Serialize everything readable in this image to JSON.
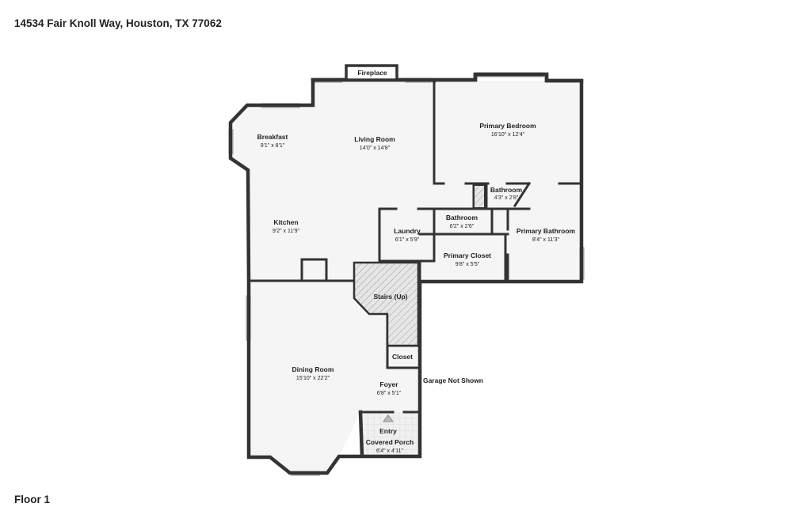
{
  "header": {
    "address": "14534 Fair Knoll Way, Houston, TX 77062"
  },
  "footer": {
    "floor_label": "Floor 1"
  },
  "rooms": {
    "fireplace": {
      "name": "Fireplace"
    },
    "breakfast": {
      "name": "Breakfast",
      "dims": "9'1\" x 8'1\""
    },
    "living": {
      "name": "Living Room",
      "dims": "14'0\" x 14'8\""
    },
    "primary_bedroom": {
      "name": "Primary Bedroom",
      "dims": "16'10\" x 12'4\""
    },
    "bathroom_small": {
      "name": "Bathroom",
      "dims": "4'3\" x 2'8\""
    },
    "kitchen": {
      "name": "Kitchen",
      "dims": "9'2\" x 11'9\""
    },
    "laundry": {
      "name": "Laundry",
      "dims": "6'1\" x 5'9\""
    },
    "bathroom": {
      "name": "Bathroom",
      "dims": "6'2\" x 2'6\""
    },
    "primary_bathroom": {
      "name": "Primary Bathroom",
      "dims": "8'4\" x 11'3\""
    },
    "primary_closet": {
      "name": "Primary Closet",
      "dims": "9'8\" x 5'5\""
    },
    "stairs": {
      "name": "Stairs (Up)"
    },
    "closet": {
      "name": "Closet"
    },
    "dining": {
      "name": "Dining Room",
      "dims": "15'10\" x 22'2\""
    },
    "foyer": {
      "name": "Foyer",
      "dims": "6'8\" x 5'1\""
    },
    "garage_note": {
      "name": "Garage Not Shown"
    },
    "entry": {
      "name": "Entry"
    },
    "covered_porch": {
      "name": "Covered Porch",
      "dims": "6'4\" x 4'11\""
    }
  }
}
